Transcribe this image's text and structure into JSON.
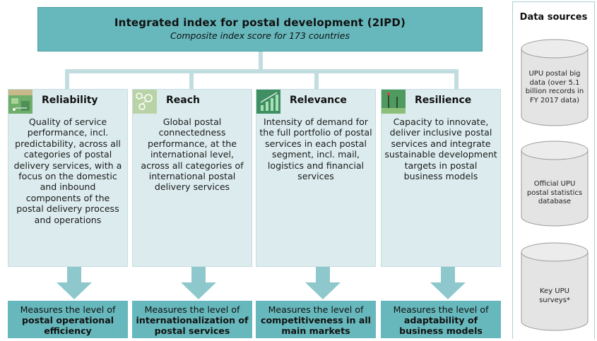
{
  "header": {
    "title": "Integrated index for postal development (2IPD)",
    "subtitle": "Composite index score for 173 countries"
  },
  "pillars": [
    {
      "title": "Reliability",
      "description": "Quality of service performance, incl. predictability, across all categories of postal delivery services, with a focus on the domestic and inbound components of the postal delivery process and operations",
      "measure_prefix": "Measures the level of",
      "measure_bold": "postal operational efficiency"
    },
    {
      "title": "Reach",
      "description": "Global postal connectedness performance, at the international level, across all categories of international postal delivery services",
      "measure_prefix": "Measures the level of",
      "measure_bold": "internationalization of postal services"
    },
    {
      "title": "Relevance",
      "description": "Intensity of demand for the full portfolio of postal services in each postal segment, incl. mail, logistics and financial services",
      "measure_prefix": "Measures the level of",
      "measure_bold": "competitiveness in all main markets"
    },
    {
      "title": "Resilience",
      "description": "Capacity to innovate, deliver inclusive postal services and integrate sustainable development targets in postal business models",
      "measure_prefix": "Measures the level of",
      "measure_bold": "adaptability of business models"
    }
  ],
  "data_sources": {
    "title": "Data sources",
    "items": [
      "UPU postal big data (over 5.1 billion records in FY 2017 data)",
      "Official UPU postal statistics database",
      "Key UPU surveys*"
    ]
  },
  "colors": {
    "teal_box": "#67b8bc",
    "pillar_bg": "#dcecee",
    "arrow": "#8ec8cd",
    "connector": "#c2dde0",
    "cylinder": "#e4e4e4"
  }
}
